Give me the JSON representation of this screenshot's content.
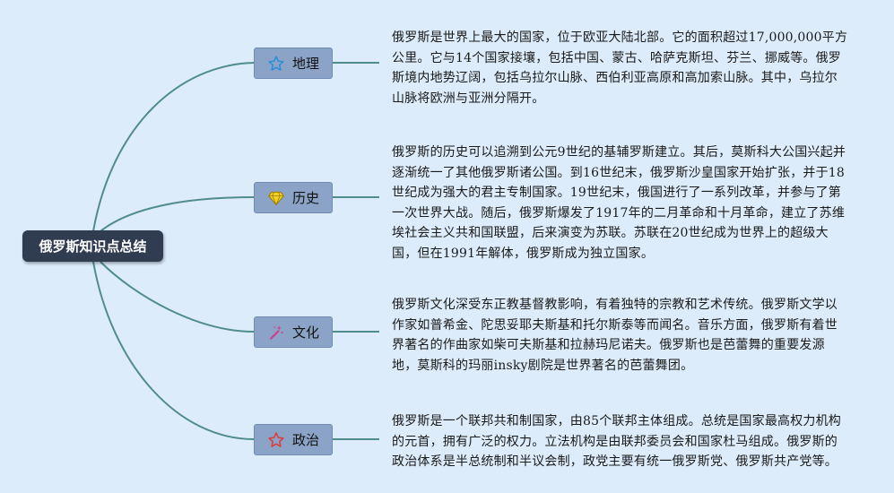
{
  "root": {
    "label": "俄罗斯知识点总结"
  },
  "branches": [
    {
      "label": "地理",
      "icon": "star-outline-icon",
      "icon_color": "#2a8fd6",
      "text": "俄罗斯是世界上最大的国家，位于欧亚大陆北部。它的面积超过17,000,000平方公里。它与14个国家接壤，包括中国、蒙古、哈萨克斯坦、芬兰、挪威等。俄罗斯境内地势辽阔，包括乌拉尔山脉、西伯利亚高原和高加索山脉。其中，乌拉尔山脉将欧洲与亚洲分隔开。"
    },
    {
      "label": "历史",
      "icon": "diamond-icon",
      "icon_color": "#e5c21a",
      "text": "俄罗斯的历史可以追溯到公元9世纪的基辅罗斯建立。其后，莫斯科大公国兴起并逐渐统一了其他俄罗斯诸公国。到16世纪末，俄罗斯沙皇国家开始扩张，并于18世纪成为强大的君主专制国家。19世纪末，俄国进行了一系列改革，并参与了第一次世界大战。随后，俄罗斯爆发了1917年的二月革命和十月革命，建立了苏维埃社会主义共和国联盟，后来演变为苏联。苏联在20世纪成为世界上的超级大国，但在1991年解体，俄罗斯成为独立国家。"
    },
    {
      "label": "文化",
      "icon": "magic-wand-icon",
      "icon_color": "#d63a8a",
      "text": "俄罗斯文化深受东正教基督教影响，有着独特的宗教和艺术传统。俄罗斯文学以作家如普希金、陀思妥耶夫斯基和托尔斯泰等而闻名。音乐方面，俄罗斯有着世界著名的作曲家如柴可夫斯基和拉赫玛尼诺夫。俄罗斯也是芭蕾舞的重要发源地，莫斯科的玛丽insky剧院是世界著名的芭蕾舞团。"
    },
    {
      "label": "政治",
      "icon": "star-outline-icon",
      "icon_color": "#e03a3a",
      "text": "俄罗斯是一个联邦共和制国家，由85个联邦主体组成。总统是国家最高权力机构的元首，拥有广泛的权力。立法机构是由联邦委员会和国家杜马组成。俄罗斯的政治体系是半总统制和半议会制，政党主要有统一俄罗斯党、俄罗斯共产党等。"
    }
  ],
  "colors": {
    "connector": "#4f8c8a",
    "root_bg": "#303c50",
    "branch_bg": "#8aa3c6"
  }
}
